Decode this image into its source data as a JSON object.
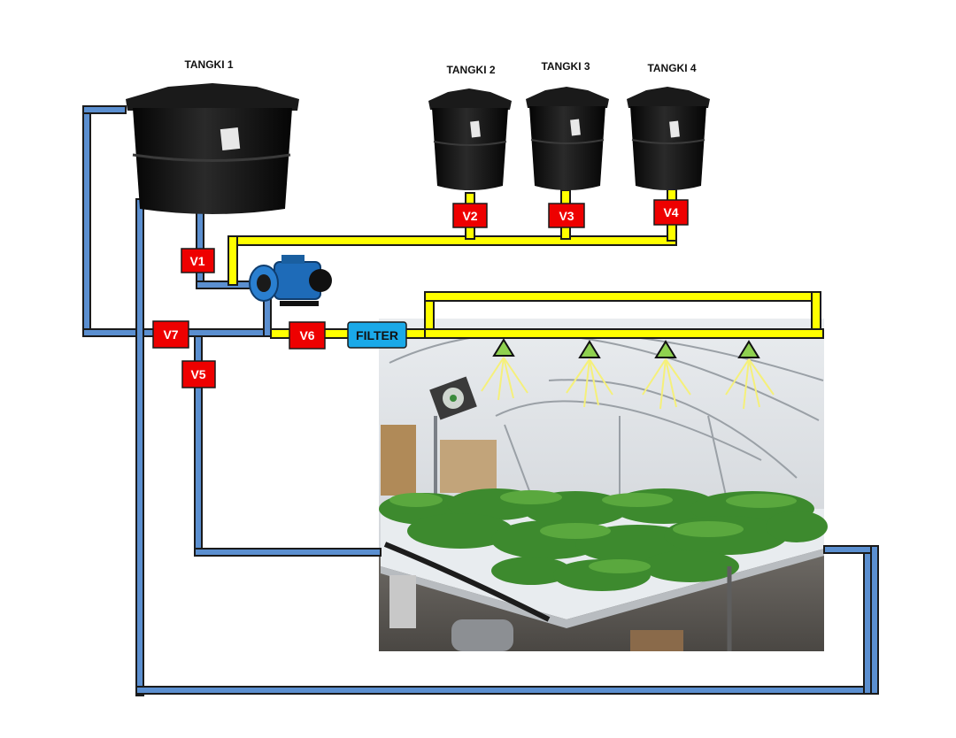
{
  "colors": {
    "water_pipe": "#5b8fd0",
    "pipe_outline": "#1a1a1a",
    "nutrient_pipe": "#ffff00",
    "valve": "#ee0000",
    "filter": "#1aa9e8",
    "sprayer": "#8fd14f",
    "spray_lines": "#f5f07a",
    "tank": "#111111",
    "pump": "#1e6bb8"
  },
  "tanks": [
    {
      "id": "tank-1",
      "label": "TANGKI 1"
    },
    {
      "id": "tank-2",
      "label": "TANGKI 2"
    },
    {
      "id": "tank-3",
      "label": "TANGKI 3"
    },
    {
      "id": "tank-4",
      "label": "TANGKI 4"
    }
  ],
  "valves": [
    {
      "id": "v1",
      "label": "V1"
    },
    {
      "id": "v2",
      "label": "V2"
    },
    {
      "id": "v3",
      "label": "V3"
    },
    {
      "id": "v4",
      "label": "V4"
    },
    {
      "id": "v5",
      "label": "V5"
    },
    {
      "id": "v6",
      "label": "V6"
    },
    {
      "id": "v7",
      "label": "V7"
    }
  ],
  "filter": {
    "label": "FILTER"
  },
  "pump": {
    "icon": "water-pump-icon"
  },
  "greenhouse": {
    "icon": "greenhouse-hydroponic-photo"
  },
  "sprayers": {
    "count": 4,
    "icon": "sprayer-triangle-icon"
  }
}
